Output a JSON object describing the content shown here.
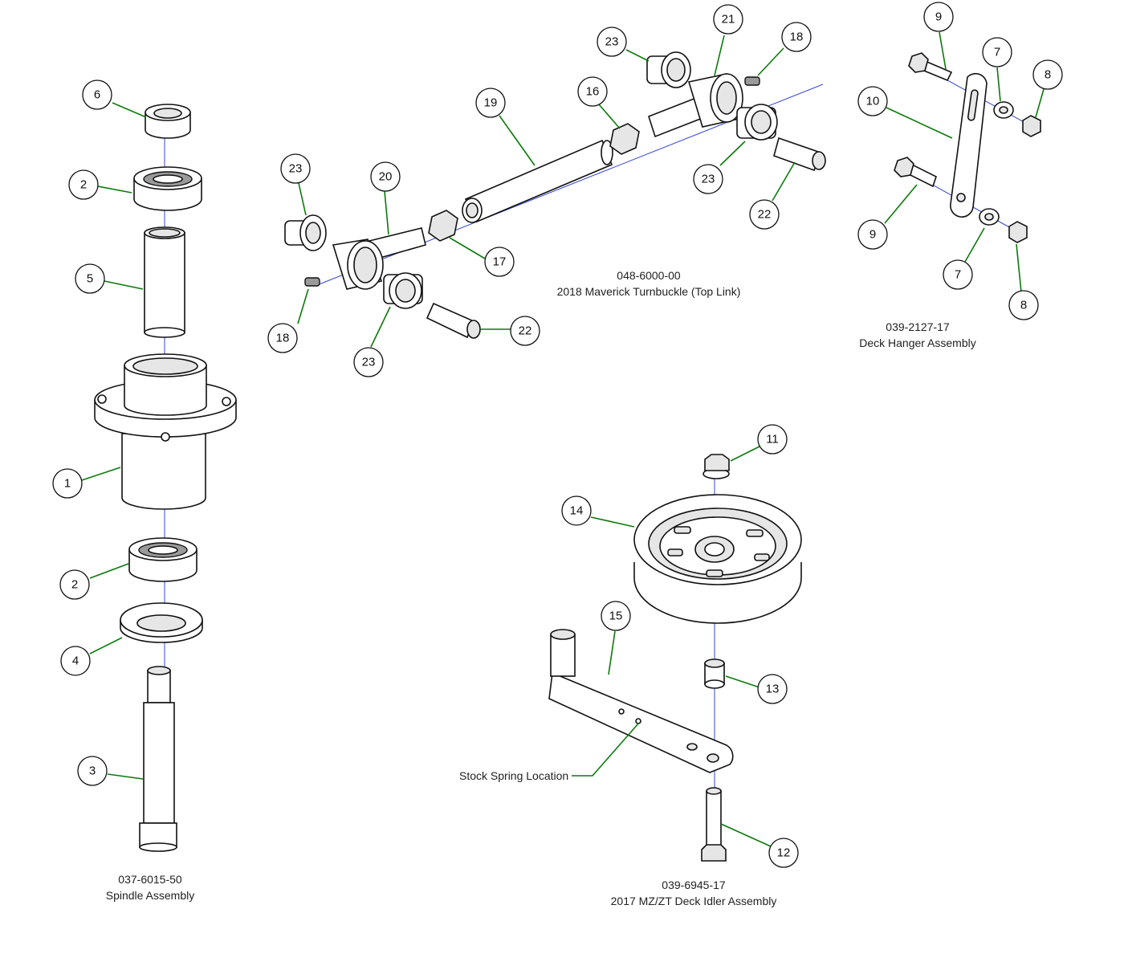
{
  "colors": {
    "leader": "#0b7a0b",
    "axis": "#3344cc",
    "line": "#111111"
  },
  "assemblies": [
    {
      "id": "spindle",
      "part_number": "037-6015-50",
      "name": "Spindle Assembly"
    },
    {
      "id": "turnbuckle",
      "part_number": "048-6000-00",
      "name": "2018 Maverick Turnbuckle (Top Link)"
    },
    {
      "id": "hanger",
      "part_number": "039-2127-17",
      "name": "Deck Hanger Assembly"
    },
    {
      "id": "idler",
      "part_number": "039-6945-17",
      "name": "2017 MZ/ZT Deck Idler Assembly"
    }
  ],
  "callouts": [
    {
      "id": "c1",
      "label": "1"
    },
    {
      "id": "c2a",
      "label": "2"
    },
    {
      "id": "c2b",
      "label": "2"
    },
    {
      "id": "c3",
      "label": "3"
    },
    {
      "id": "c4",
      "label": "4"
    },
    {
      "id": "c5",
      "label": "5"
    },
    {
      "id": "c6",
      "label": "6"
    },
    {
      "id": "c7a",
      "label": "7"
    },
    {
      "id": "c7b",
      "label": "7"
    },
    {
      "id": "c8a",
      "label": "8"
    },
    {
      "id": "c8b",
      "label": "8"
    },
    {
      "id": "c9a",
      "label": "9"
    },
    {
      "id": "c9b",
      "label": "9"
    },
    {
      "id": "c10",
      "label": "10"
    },
    {
      "id": "c11",
      "label": "11"
    },
    {
      "id": "c12",
      "label": "12"
    },
    {
      "id": "c13",
      "label": "13"
    },
    {
      "id": "c14",
      "label": "14"
    },
    {
      "id": "c15",
      "label": "15"
    },
    {
      "id": "c16",
      "label": "16"
    },
    {
      "id": "c17",
      "label": "17"
    },
    {
      "id": "c18a",
      "label": "18"
    },
    {
      "id": "c18b",
      "label": "18"
    },
    {
      "id": "c19",
      "label": "19"
    },
    {
      "id": "c20",
      "label": "20"
    },
    {
      "id": "c21",
      "label": "21"
    },
    {
      "id": "c22a",
      "label": "22"
    },
    {
      "id": "c22b",
      "label": "22"
    },
    {
      "id": "c23a",
      "label": "23"
    },
    {
      "id": "c23b",
      "label": "23"
    },
    {
      "id": "c23c",
      "label": "23"
    },
    {
      "id": "c23d",
      "label": "23"
    }
  ],
  "notes": {
    "stock_spring": "Stock Spring Location"
  }
}
